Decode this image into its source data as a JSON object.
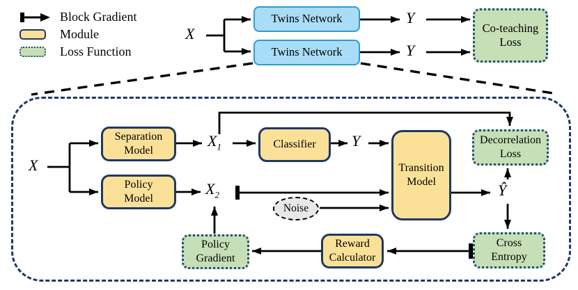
{
  "colors": {
    "module_fill": "#FBE198",
    "module_border": "#1F3864",
    "loss_fill": "#C6DFB6",
    "loss_border": "#1F4E79",
    "network_fill": "#A9DDF7",
    "network_border": "#2E9BD5",
    "noise_fill": "#E8E8E8",
    "container_border": "#1F3864",
    "line_color": "#000000"
  },
  "legend": {
    "block_gradient": "Block Gradient",
    "module": "Module",
    "loss_function": "Loss Function"
  },
  "overview": {
    "x": "X",
    "twins": [
      "Twins Network",
      "Twins Network"
    ],
    "y": [
      "Y",
      "Y"
    ],
    "co_teaching": [
      "Co-teaching",
      "Loss"
    ]
  },
  "detail": {
    "x": "X",
    "separation": [
      "Separation",
      "Model"
    ],
    "policy": [
      "Policy",
      "Model"
    ],
    "x1": {
      "base": "X",
      "sub": "1"
    },
    "x2": {
      "base": "X",
      "sub": "2"
    },
    "classifier": "Classifier",
    "y": "Y",
    "transition": [
      "Transition",
      "Model"
    ],
    "noise": "Noise",
    "decorrelation": [
      "Decorrelation",
      "Loss"
    ],
    "y_hat": "Ŷ",
    "cross_entropy": [
      "Cross",
      "Entropy"
    ],
    "reward": [
      "Reward",
      "Calculator"
    ],
    "policy_gradient": [
      "Policy",
      "Gradient"
    ]
  }
}
